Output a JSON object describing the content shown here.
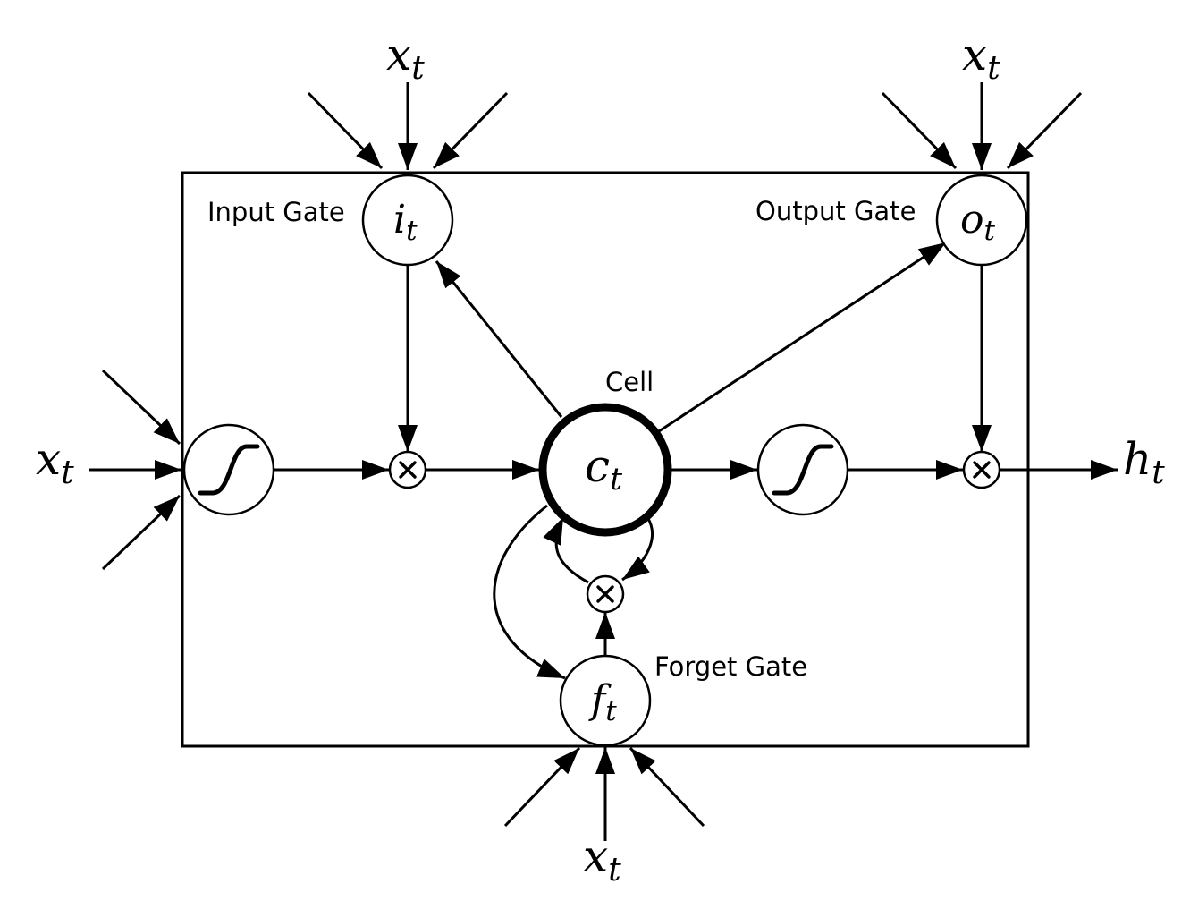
{
  "labels": {
    "input_gate": "Input Gate",
    "output_gate": "Output Gate",
    "forget_gate": "Forget Gate",
    "cell": "Cell"
  },
  "nodes": {
    "input_gate": {
      "var": "i",
      "sub": "t"
    },
    "output_gate": {
      "var": "o",
      "sub": "t"
    },
    "forget_gate": {
      "var": "f",
      "sub": "t"
    },
    "cell": {
      "var": "c",
      "sub": "t"
    }
  },
  "io": {
    "input_var": "x",
    "input_sub": "t",
    "output_var": "h",
    "output_sub": "t"
  },
  "icons": {
    "sigmoid": "sigmoid-icon",
    "multiply": "multiply-icon"
  },
  "colors": {
    "stroke": "#000000",
    "background": "#ffffff"
  }
}
